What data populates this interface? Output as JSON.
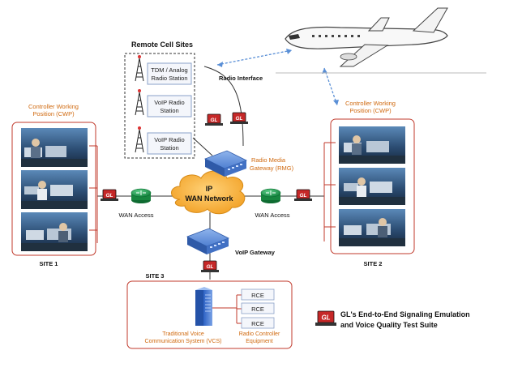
{
  "labels": {
    "remote_cell_sites": "Remote Cell Sites",
    "tdm_station_line1": "TDM / Analog",
    "tdm_station_line2": "Radio Station",
    "voip_station1_line1": "VoIP Radio",
    "voip_station1_line2": "Station",
    "voip_station2_line1": "VoIP Radio",
    "voip_station2_line2": "Station",
    "radio_interface": "Radio Interface",
    "cwp_left_line1": "Controller Working",
    "cwp_left_line2": "Position (CWP)",
    "cwp_right_line1": "Controller Working",
    "cwp_right_line2": "Position (CWP)",
    "rmg_line1": "Radio Media",
    "rmg_line2": "Gateway (RMG)",
    "wan_line1": "IP",
    "wan_line2": "WAN Network",
    "wan_access_left": "WAN Access",
    "wan_access_right": "WAN Access",
    "voip_gateway": "VoIP Gateway",
    "site1": "SITE 1",
    "site2": "SITE 2",
    "site3": "SITE 3",
    "rce1": "RCE",
    "rce2": "RCE",
    "rce3": "RCE",
    "vcs_line1": "Traditional Voice",
    "vcs_line2": "Communication System (VCS)",
    "rce_caption_line1": "Radio Controller",
    "rce_caption_line2": "Equipment",
    "legend_line1": "GL's End-to-End Signaling Emulation",
    "legend_line2": "and Voice Quality Test Suite",
    "gl_badge": "GL"
  },
  "colors": {
    "orange": "#d06a10",
    "site_red": "#c0392b",
    "gl_red": "#c62828",
    "device_blue": "#3a6cc8",
    "cloud_orange": "#f5a623",
    "router_green": "#1f9a4a",
    "arrow_blue": "#5a8fd6"
  }
}
